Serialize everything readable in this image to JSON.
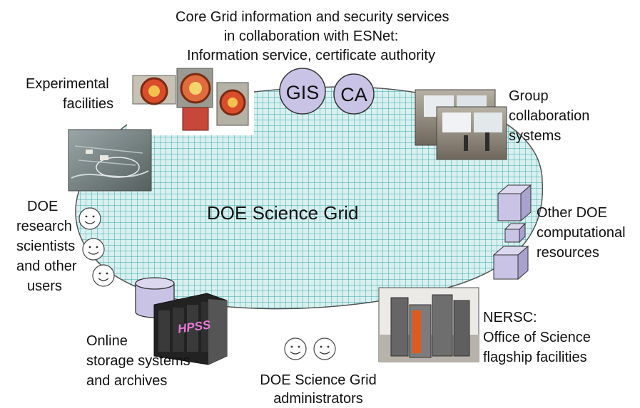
{
  "header": {
    "line1": "Core Grid information and security services",
    "line2": "in collaboration with ESNet:",
    "line3": "Information service, certificate authority"
  },
  "services": {
    "gis": "GIS",
    "ca": "CA"
  },
  "grid_title": "DOE Science Grid",
  "labels": {
    "experimental_1": "Experimental",
    "experimental_2": "facilities",
    "group_1": "Group",
    "group_2": "collaboration",
    "group_3": "systems",
    "doe_users_1": "DOE",
    "doe_users_2": "research",
    "doe_users_3": "scientists",
    "doe_users_4": "and other",
    "doe_users_5": "users",
    "other_doe_1": "Other DOE",
    "other_doe_2": "computational",
    "other_doe_3": "resources",
    "nersc_1": "NERSC:",
    "nersc_2": "Office of Science",
    "nersc_3": "flagship facilities",
    "storage_1": "Online",
    "storage_2": "storage systems",
    "storage_3": "and archives",
    "admins_1": "DOE Science Grid",
    "admins_2": "administrators"
  },
  "hpss_logo": "HPSS",
  "colors": {
    "grid_fill": "#d8f0ef",
    "grid_line": "#3aa6a8",
    "cylinder": "#c9c4e6",
    "service_circle": "#c9c4e6",
    "text": "#111111"
  }
}
